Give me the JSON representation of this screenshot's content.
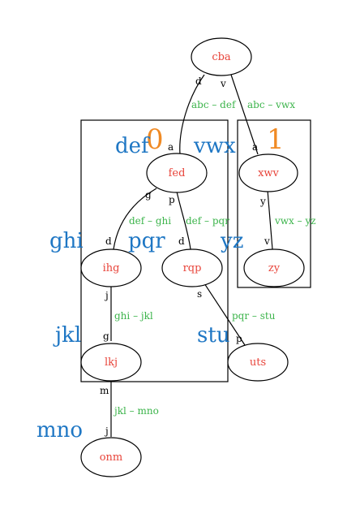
{
  "colors": {
    "node_text": "#e8443a",
    "edge_label": "#3cb44b",
    "side_label": "#1f77c4",
    "cluster_id": "#f08a24",
    "stroke": "#000000"
  },
  "clusters": [
    {
      "id": "0"
    },
    {
      "id": "1"
    }
  ],
  "nodes": [
    {
      "key": "cba",
      "label": "cba"
    },
    {
      "key": "fed",
      "label": "fed"
    },
    {
      "key": "xwv",
      "label": "xwv"
    },
    {
      "key": "ihg",
      "label": "ihg"
    },
    {
      "key": "rqp",
      "label": "rqp"
    },
    {
      "key": "zy",
      "label": "zy"
    },
    {
      "key": "lkj",
      "label": "lkj"
    },
    {
      "key": "uts",
      "label": "uts"
    },
    {
      "key": "onm",
      "label": "onm"
    }
  ],
  "side_labels": [
    {
      "key": "def",
      "text": "def"
    },
    {
      "key": "vwx",
      "text": "vwx"
    },
    {
      "key": "ghi",
      "text": "ghi"
    },
    {
      "key": "pqr",
      "text": "pqr"
    },
    {
      "key": "yz",
      "text": "yz"
    },
    {
      "key": "jkl",
      "text": "jkl"
    },
    {
      "key": "stu",
      "text": "stu"
    },
    {
      "key": "mno",
      "text": "mno"
    }
  ],
  "edges": [
    {
      "from": "cba",
      "to": "fed",
      "label": "abc – def",
      "tail_port": "d",
      "head_port": "a"
    },
    {
      "from": "cba",
      "to": "xwv",
      "label": "abc – vwx",
      "tail_port": "v",
      "head_port": "a"
    },
    {
      "from": "fed",
      "to": "ihg",
      "label": "def – ghi",
      "tail_port": "g",
      "head_port": "d"
    },
    {
      "from": "fed",
      "to": "rqp",
      "label": "def – pqr",
      "tail_port": "p",
      "head_port": "d"
    },
    {
      "from": "xwv",
      "to": "zy",
      "label": "vwx – yz",
      "tail_port": "y",
      "head_port": "v"
    },
    {
      "from": "ihg",
      "to": "lkj",
      "label": "ghi – jkl",
      "tail_port": "j",
      "head_port": "g"
    },
    {
      "from": "rqp",
      "to": "uts",
      "label": "pqr – stu",
      "tail_port": "s",
      "head_port": "p"
    },
    {
      "from": "lkj",
      "to": "onm",
      "label": "jkl – mno",
      "tail_port": "m",
      "head_port": "j"
    }
  ]
}
